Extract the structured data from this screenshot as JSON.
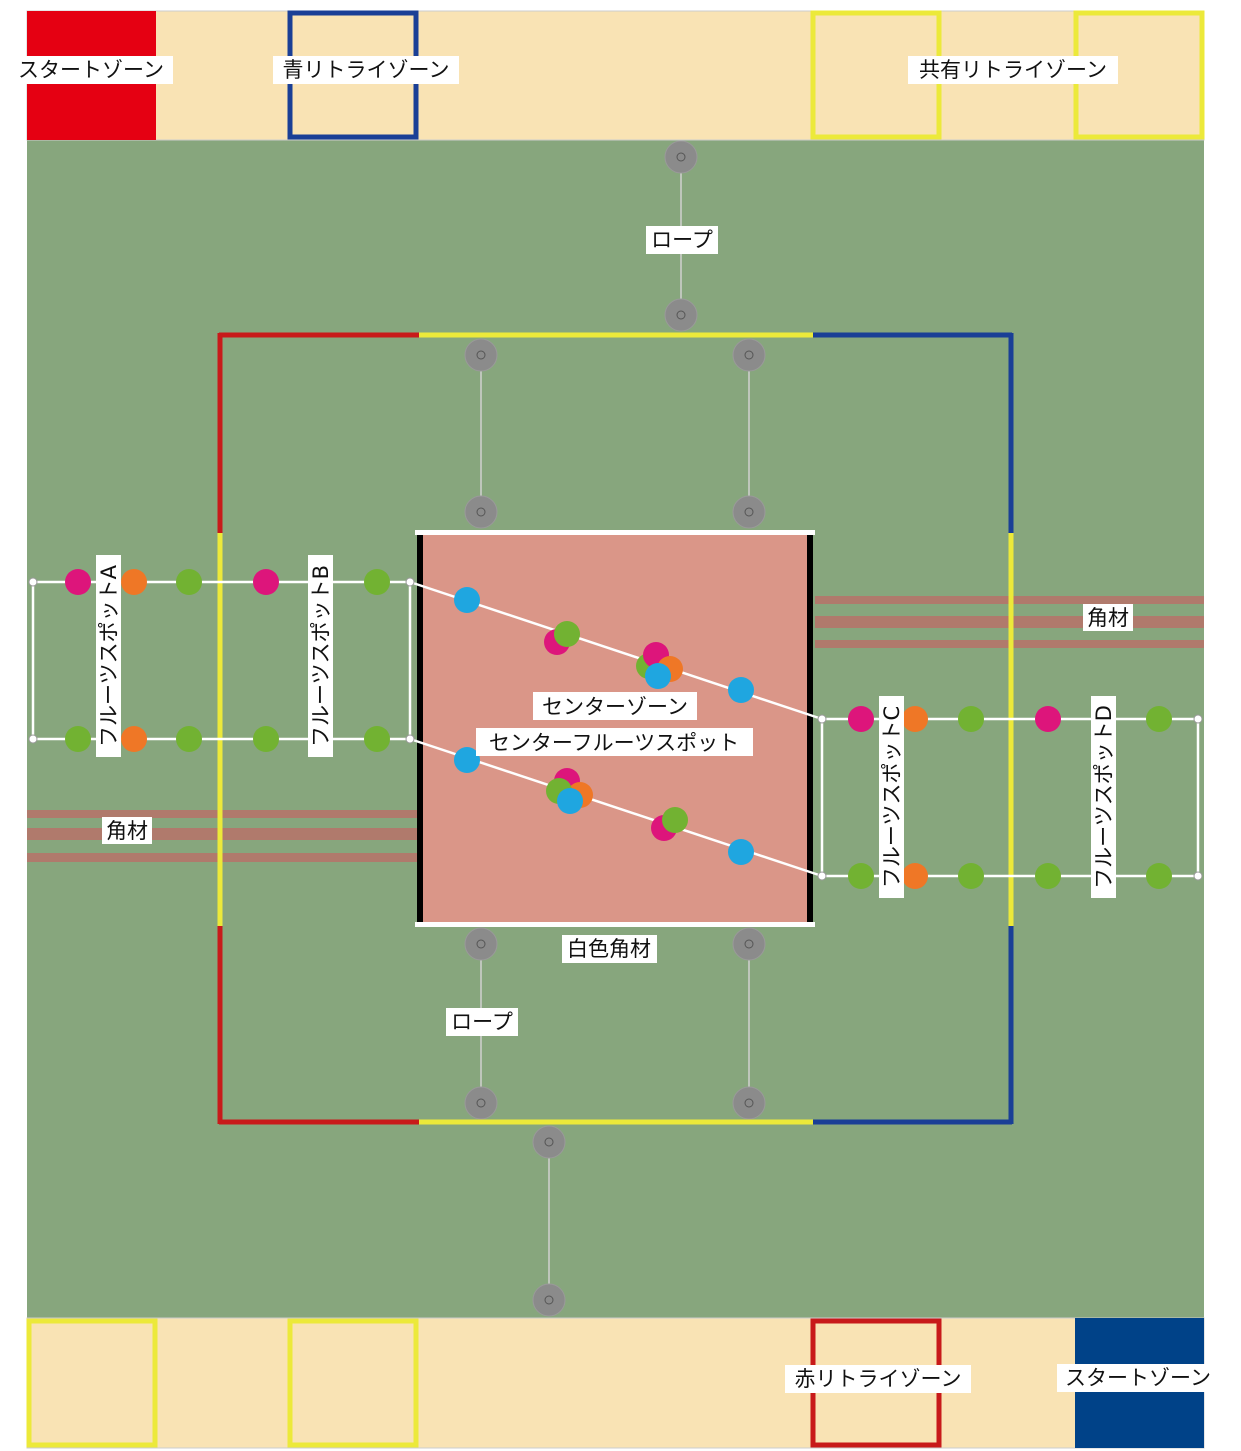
{
  "labels": {
    "start_zone_top": "スタートゾーン",
    "blue_retry_zone": "青リトライゾーン",
    "shared_retry_zone": "共有リトライゾーン",
    "rope_top": "ロープ",
    "rope_bottom": "ロープ",
    "lumber_right": "角材",
    "lumber_left": "角材",
    "center_zone": "センターゾーン",
    "center_fruit_spot": "センターフルーツスポット",
    "white_lumber": "白色角材",
    "fruit_spot_a": "フルーツスポットA",
    "fruit_spot_b": "フルーツスポットB",
    "fruit_spot_c": "フルーツスポットC",
    "fruit_spot_d": "フルーツスポットD",
    "red_retry_zone": "赤リトライゾーン",
    "start_zone_bottom": "スタートゾーン"
  },
  "colors": {
    "field_green": "#87a67d",
    "zone_beige": "#f9e3b4",
    "red": "#c81a1a",
    "blue": "#1a3f96",
    "yellow": "#ece93a",
    "start_red": "#e50012",
    "start_blue": "#004288",
    "center_pink": "#da9688",
    "lumber_brown": "#b07a6c",
    "fruit_magenta": "#dd157b",
    "fruit_orange": "#ef7726",
    "fruit_green": "#72b232",
    "fruit_cyan": "#1fa6e0",
    "pole_gray": "#8b8b8b"
  }
}
